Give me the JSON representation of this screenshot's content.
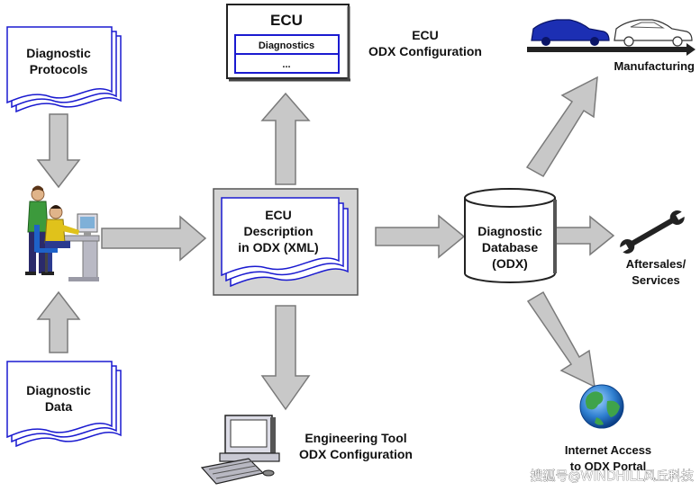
{
  "nodes": {
    "protocols": {
      "line1": "Diagnostic",
      "line2": "Protocols"
    },
    "data": {
      "line1": "Diagnostic",
      "line2": "Data"
    },
    "ecu": {
      "title": "ECU",
      "row1": "Diagnostics",
      "row2": "..."
    },
    "ecu_config": {
      "line1": "ECU",
      "line2": "ODX Configuration"
    },
    "odx": {
      "line1": "ECU",
      "line2": "Description",
      "line3": "in ODX (XML)"
    },
    "database": {
      "line1": "Diagnostic",
      "line2": "Database",
      "line3": "(ODX)"
    },
    "manufacturing": {
      "label": "Manufacturing"
    },
    "aftersales": {
      "line1": "Aftersales/",
      "line2": "Services"
    },
    "internet": {
      "line1": "Internet Access",
      "line2": "to ODX Portal"
    },
    "eng_tool": {
      "line1": "Engineering Tool",
      "line2": "ODX Configuration"
    }
  },
  "watermark": "搜狐号@WINDHILL风丘科技",
  "colors": {
    "arrow_fill": "#c8c8c8",
    "arrow_stroke": "#7a7a7a",
    "doc_border": "#1a1ad0",
    "panel_fill": "#d4d4d4"
  }
}
